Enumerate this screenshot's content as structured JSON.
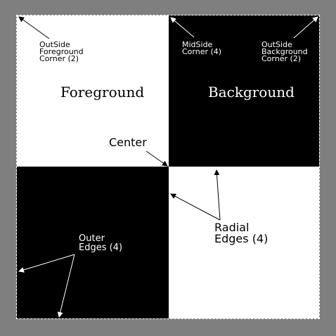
{
  "quadrants": {
    "top_left": "Foreground",
    "top_right": "Background"
  },
  "labels": {
    "outside_foreground_corner": "OutSide\nForeground\nCorner (2)",
    "midside_corner": "MidSide\nCorner (4)",
    "outside_background_corner": "OutSide\nBackground\nCorner (2)",
    "center": "Center",
    "outer_edges": "Outer\nEdges (4)",
    "radial_edges": "Radial\nEdges (4)"
  },
  "colors": {
    "canvas_background": "#7f7f7f",
    "light": "#ffffff",
    "dark": "#000000"
  }
}
